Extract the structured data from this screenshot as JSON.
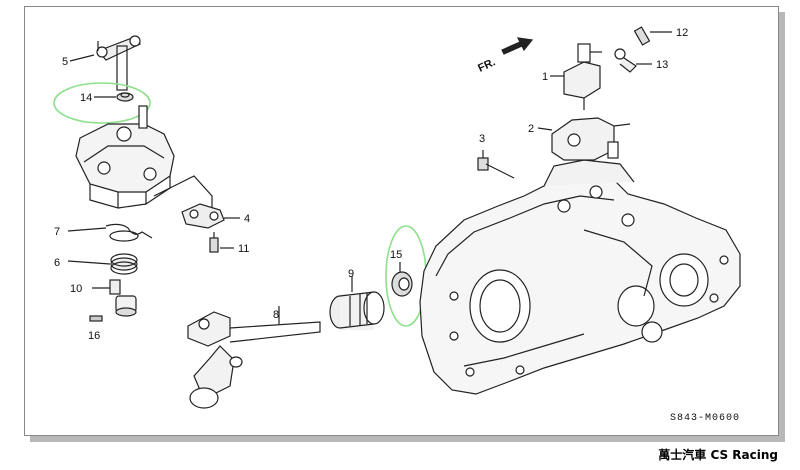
{
  "diagram": {
    "callouts": {
      "c1": "1",
      "c2": "2",
      "c3": "3",
      "c4": "4",
      "c5": "5",
      "c6": "6",
      "c7": "7",
      "c8": "8",
      "c9": "9",
      "c10": "10",
      "c11": "11",
      "c12": "12",
      "c13": "13",
      "c14": "14",
      "c15": "15",
      "c16": "16"
    },
    "direction_label": "FR.",
    "drawing_code": "S843-M0600",
    "highlight_color": "#8ee08e"
  },
  "caption": "萬士汽車 CS Racing"
}
